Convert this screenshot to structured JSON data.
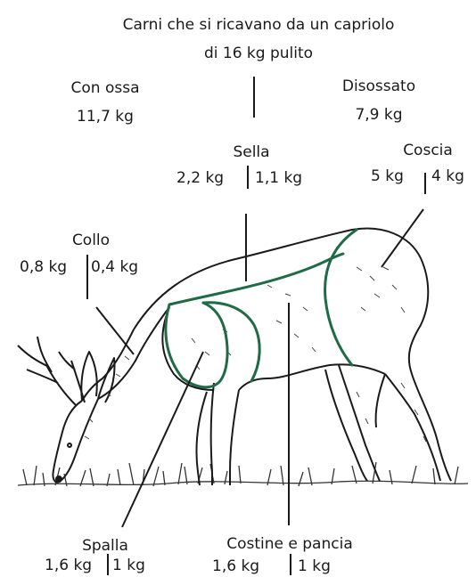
{
  "title_line1": "Carni che si ricavano da un capriolo",
  "title_line2": "di 16 kg  pulito",
  "legend": {
    "bone_in_label": "Con ossa",
    "bone_in_value": "11,7 kg",
    "boneless_label": "Disossato",
    "boneless_value": "7,9 kg"
  },
  "cuts": {
    "sella": {
      "name": "Sella",
      "bone_in": "2,2 kg",
      "boneless": "1,1 kg"
    },
    "coscia": {
      "name": "Coscia",
      "bone_in": "5 kg",
      "boneless": "4 kg"
    },
    "collo": {
      "name": "Collo",
      "bone_in": "0,8 kg",
      "boneless": "0,4 kg"
    },
    "spalla": {
      "name": "Spalla",
      "bone_in": "1,6 kg",
      "boneless": "1 kg"
    },
    "costine": {
      "name": "Costine e pancia",
      "bone_in": "1,6 kg",
      "boneless": "1 kg"
    }
  },
  "colors": {
    "cut_line": "#1f6b45",
    "ink": "#1a1a1a"
  }
}
